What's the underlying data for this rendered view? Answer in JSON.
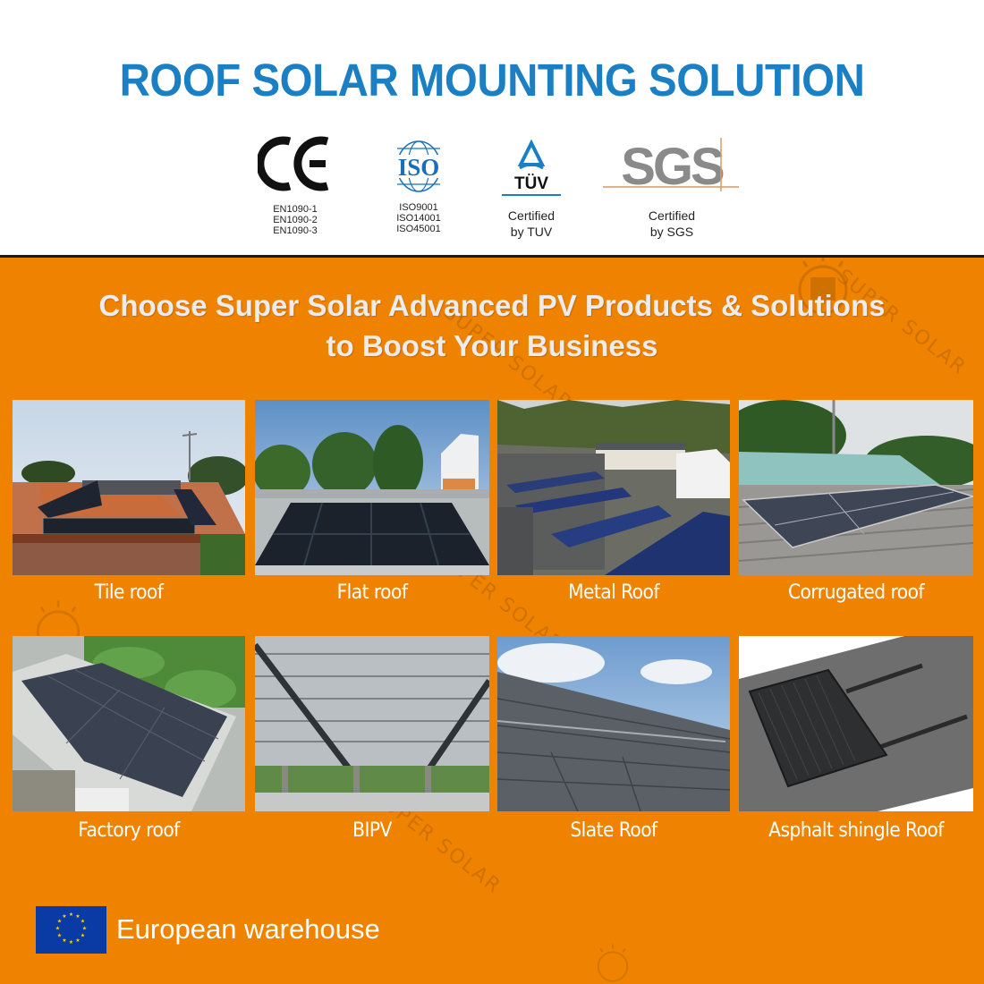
{
  "header": {
    "title": "ROOF SOLAR MOUNTING SOLUTION",
    "title_color": "#1b7fc4"
  },
  "certifications": [
    {
      "icon": "ce-mark-icon",
      "logo_text": "CE",
      "lines": [
        "EN1090-1",
        "EN1090-2",
        "EN1090-3"
      ]
    },
    {
      "icon": "iso-logo-icon",
      "logo_text": "ISO",
      "lines": [
        "ISO9001",
        "ISO14001",
        "ISO45001"
      ]
    },
    {
      "icon": "tuv-logo-icon",
      "logo_text": "TÜV",
      "lines": [
        "Certified",
        "by TUV"
      ]
    },
    {
      "icon": "sgs-logo-icon",
      "logo_text": "SGS",
      "lines": [
        "Certified",
        "by SGS"
      ]
    }
  ],
  "banner": {
    "line1": "Choose Super Solar Advanced PV Products & Solutions",
    "line2": "to Boost Your Business",
    "background_color": "#ef8300"
  },
  "watermark": {
    "text": "SUPER SOLAR"
  },
  "roof_types": [
    {
      "label": "Tile roof",
      "image": "tile-roof-photo"
    },
    {
      "label": "Flat roof",
      "image": "flat-roof-photo"
    },
    {
      "label": "Metal Roof",
      "image": "metal-roof-carport-photo"
    },
    {
      "label": "Corrugated roof",
      "image": "corrugated-roof-photo"
    },
    {
      "label": "Factory roof",
      "image": "factory-roof-aerial-photo"
    },
    {
      "label": "BIPV",
      "image": "bipv-canopy-photo"
    },
    {
      "label": "Slate Roof",
      "image": "slate-roof-photo"
    },
    {
      "label": "Asphalt shingle Roof",
      "image": "asphalt-shingle-render"
    }
  ],
  "footer": {
    "flag": "eu-flag-icon",
    "label": "European warehouse"
  }
}
